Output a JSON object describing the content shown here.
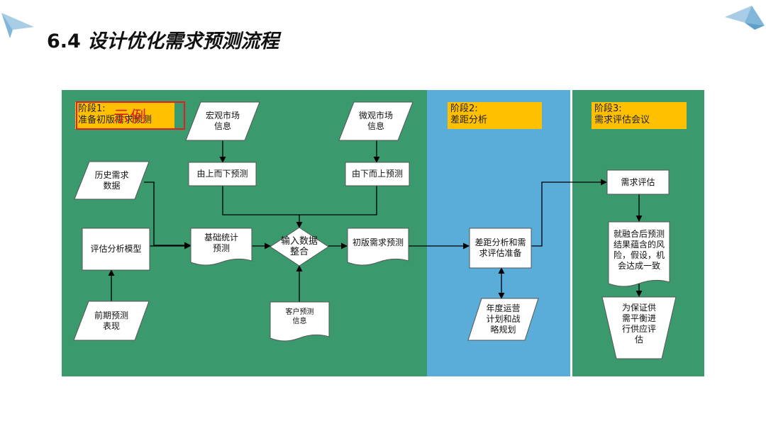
{
  "title": {
    "number": "6.4",
    "text": "设计优化需求预测流程"
  },
  "stages": {
    "stage1": {
      "label_line1": "阶段1:",
      "label_line2": "准备初版需求预测"
    },
    "stage2": {
      "label_line1": "阶段2:",
      "label_line2": "差距分析"
    },
    "stage3": {
      "label_line1": "阶段3:",
      "label_line2": "需求评估会议"
    }
  },
  "stamp": "示例",
  "nodes": {
    "macro_info": "宏观市场\n信息",
    "micro_info": "微观市场\n信息",
    "historical_data": "历史需求\n数据",
    "top_down": "由上而下预测",
    "bottom_up": "由下而上预测",
    "eval_model": "评估分析模型",
    "baseline_forecast": "基础统计\n预测",
    "input_merge": "输入数据\n整合",
    "initial_forecast": "初版需求预测",
    "past_performance": "前期预测\n表现",
    "customer_forecast": "客户预测\n信息",
    "gap_analysis": "差距分析和需\n求评估准备",
    "annual_plan": "年度运营\n计划和战\n略规划",
    "demand_eval": "需求评估",
    "consensus": "就融合后预测\n结果蕴含的风\n险，假设，机\n会达成一致",
    "supply_eval": "为保证供\n需平衡进\n行供应评\n估"
  },
  "colors": {
    "stage_green": "#3a9a6e",
    "stage_blue": "#5aacd9",
    "label_yellow": "#ffc000",
    "stamp_red": "#e02020",
    "deco_blue": "#7fb6d9"
  }
}
